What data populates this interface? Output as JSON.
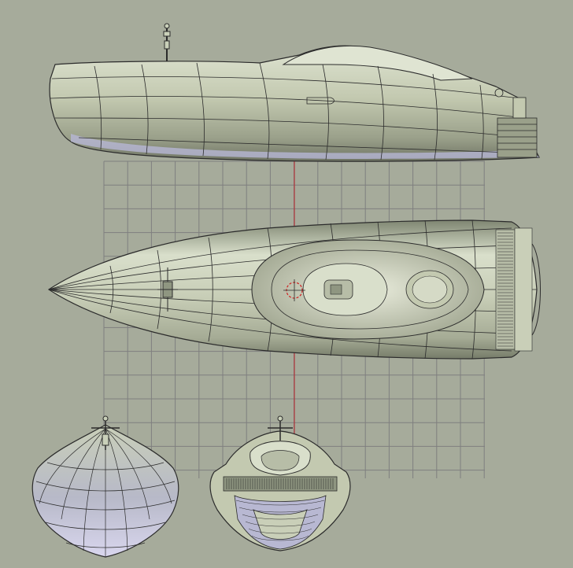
{
  "viewport": {
    "background_color": "#a6ab9b",
    "grid_color": "#7f7f7f",
    "axis_color": "#b8222a",
    "cursor_color": "#d02020",
    "hull_fill": "#c9d0b9",
    "hull_shade": "#8f9681",
    "hull_underside": "#b6b6d4",
    "wire_color": "#2b2b2b"
  },
  "views": [
    {
      "name": "side",
      "icon": "boat-side-view-icon"
    },
    {
      "name": "top",
      "icon": "boat-top-view-icon"
    },
    {
      "name": "front",
      "icon": "boat-front-view-icon"
    },
    {
      "name": "rear",
      "icon": "boat-rear-view-icon"
    }
  ],
  "cursor": {
    "icon": "3d-cursor-icon"
  }
}
